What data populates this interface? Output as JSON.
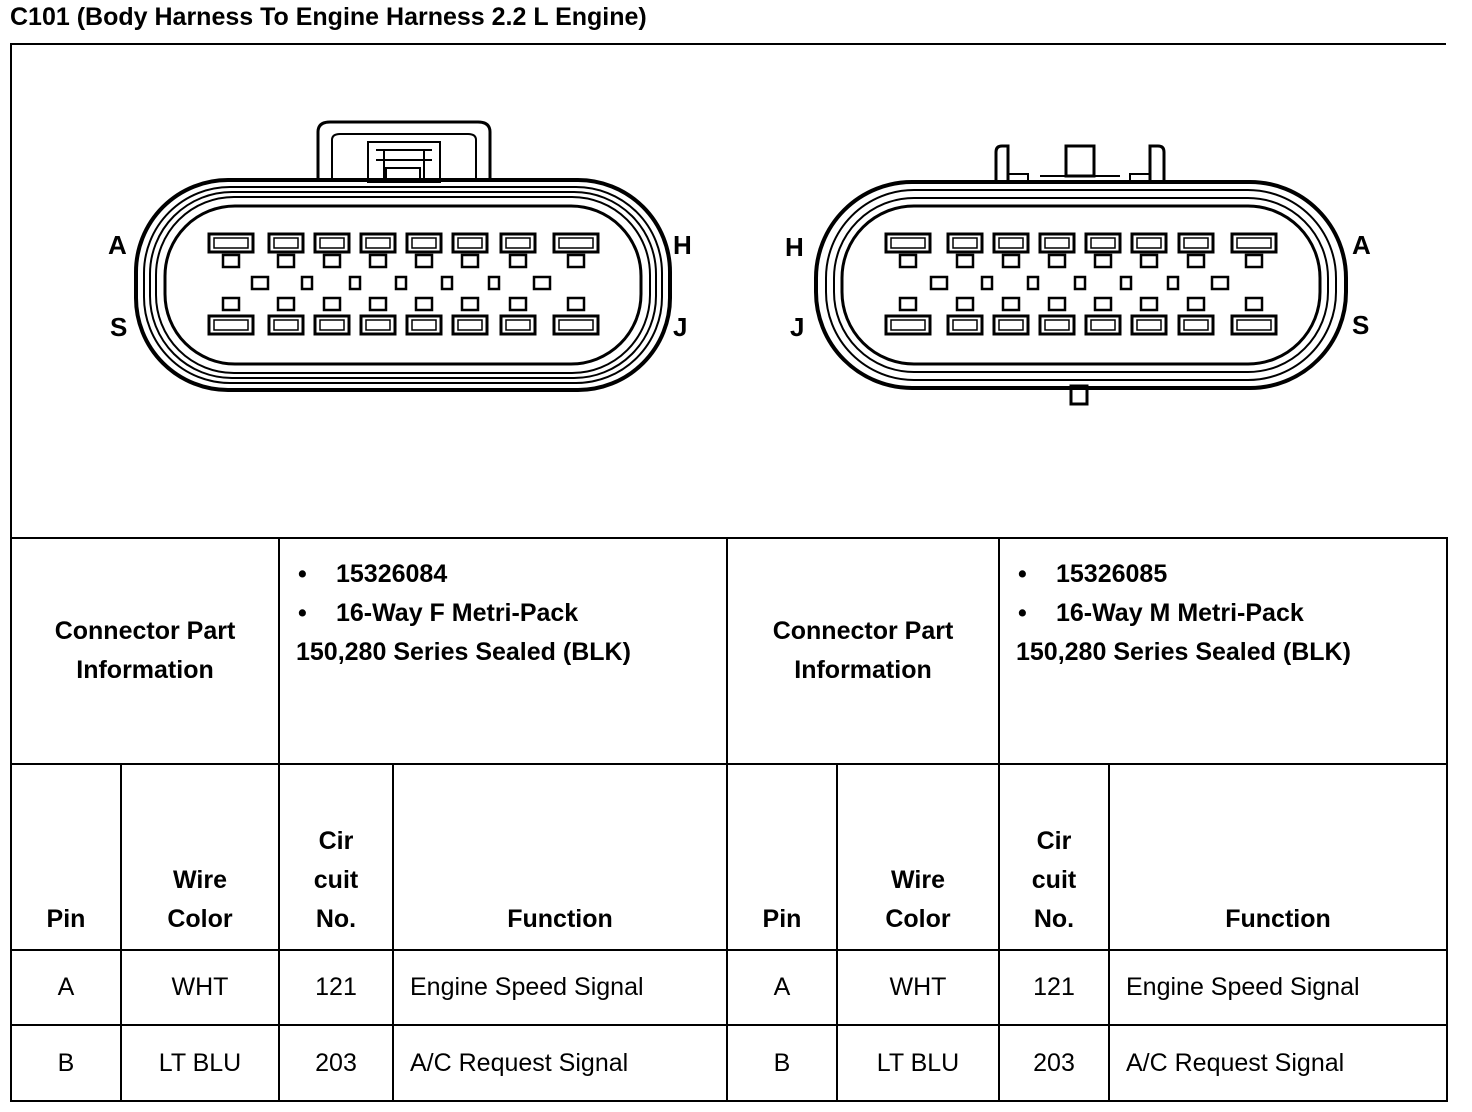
{
  "title": "C101 (Body Harness To Engine Harness 2.2 L Engine)",
  "connectors": [
    {
      "pin_labels": {
        "top_left": "A",
        "top_right": "H",
        "bottom_left": "S",
        "bottom_right": "J"
      },
      "info_label_line1": "Connector Part",
      "info_label_line2": "Information",
      "part_number": "15326084",
      "description_line1": "16-Way F Metri-Pack",
      "description_line2": "150,280 Series Sealed (BLK)"
    },
    {
      "pin_labels": {
        "top_left": "H",
        "top_right": "A",
        "bottom_left": "J",
        "bottom_right": "S"
      },
      "info_label_line1": "Connector Part",
      "info_label_line2": "Information",
      "part_number": "15326085",
      "description_line1": "16-Way M Metri-Pack",
      "description_line2": "150,280 Series Sealed (BLK)"
    }
  ],
  "bullet": "•",
  "headers": {
    "pin": "Pin",
    "wire_line1": "Wire",
    "wire_line2": "Color",
    "circuit_line1": "Cir",
    "circuit_line2": "cuit",
    "circuit_line3": "No.",
    "function": "Function"
  },
  "rows": [
    {
      "pin": "A",
      "wire": "WHT",
      "circuit": "121",
      "function": "Engine Speed Signal"
    },
    {
      "pin": "B",
      "wire": "LT BLU",
      "circuit": "203",
      "function": "A/C Request Signal"
    }
  ]
}
